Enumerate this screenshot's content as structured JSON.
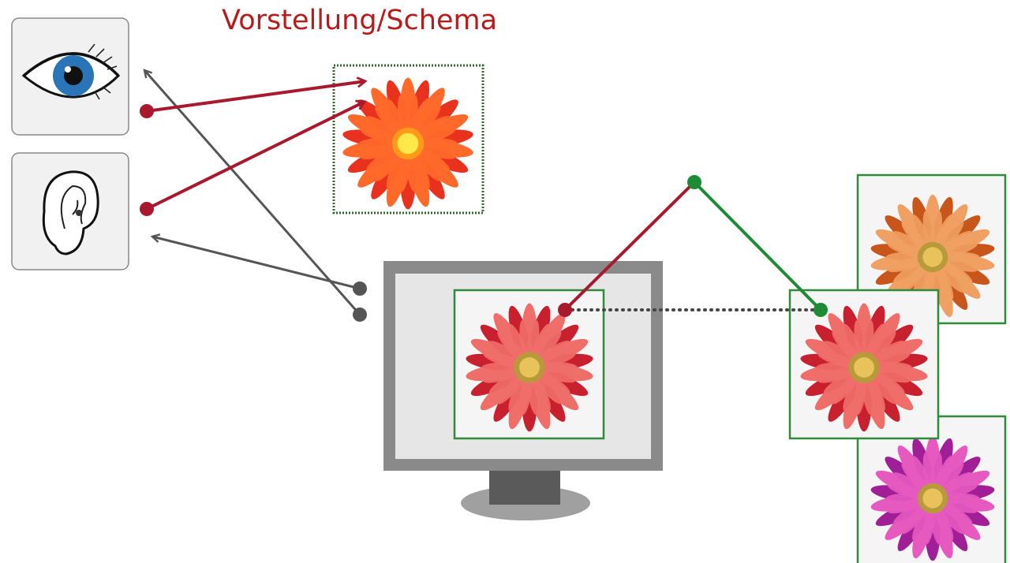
{
  "diagram": {
    "title": "Vorstellung/Schema",
    "nodes": [
      {
        "id": "eye",
        "icon": "eye-icon",
        "label": ""
      },
      {
        "id": "ear",
        "icon": "ear-icon",
        "label": ""
      },
      {
        "id": "schema",
        "icon": "painted-flower-icon",
        "label": ""
      },
      {
        "id": "monitor",
        "icon": "monitor-icon",
        "label": ""
      },
      {
        "id": "screen-flower",
        "icon": "red-flower-icon",
        "label": ""
      },
      {
        "id": "compare-orange",
        "icon": "orange-flower-icon",
        "label": ""
      },
      {
        "id": "compare-red",
        "icon": "red-flower-icon",
        "label": ""
      },
      {
        "id": "compare-pink",
        "icon": "pink-flower-icon",
        "label": ""
      }
    ],
    "edges": [
      {
        "from": "eye",
        "to": "schema",
        "style": "arrow"
      },
      {
        "from": "ear",
        "to": "schema",
        "style": "arrow"
      },
      {
        "from": "monitor",
        "to": "eye",
        "style": "arrow"
      },
      {
        "from": "monitor",
        "to": "ear",
        "style": "arrow"
      },
      {
        "from": "screen-flower",
        "to": "compare-red",
        "style": "dotted"
      },
      {
        "from": "screen-flower",
        "to": "compare-red",
        "style": "peak-line"
      }
    ]
  },
  "colors": {
    "title": "#b71c1c",
    "red_link": "#a8192e",
    "green_link": "#1e8a34",
    "gray_link": "#555555",
    "frame_green": "#2e8b3a",
    "panel_bg": "#f1f1f1",
    "panel_border": "#888888",
    "monitor_frame": "#8a8a8a",
    "monitor_screen": "#e6e6e6",
    "monitor_stand": "#5a5a5a",
    "monitor_base": "#a0a0a0"
  }
}
